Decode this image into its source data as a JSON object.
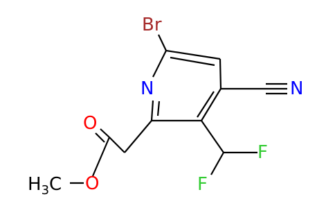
{
  "molecule": {
    "atoms": {
      "bromine": "Br",
      "ring_nitrogen": "N",
      "nitrile_nitrogen": "N",
      "carbonyl_oxygen": "O",
      "ester_oxygen": "O",
      "fluorine_1": "F",
      "fluorine_2": "F",
      "methyl_main": "H",
      "methyl_sub": "3",
      "methyl_tail": "C"
    },
    "colors": {
      "bond": "#000000",
      "nitrogen": "#0000ff",
      "oxygen": "#ff0000",
      "fluorine": "#33cc33",
      "bromine": "#a62929"
    }
  }
}
